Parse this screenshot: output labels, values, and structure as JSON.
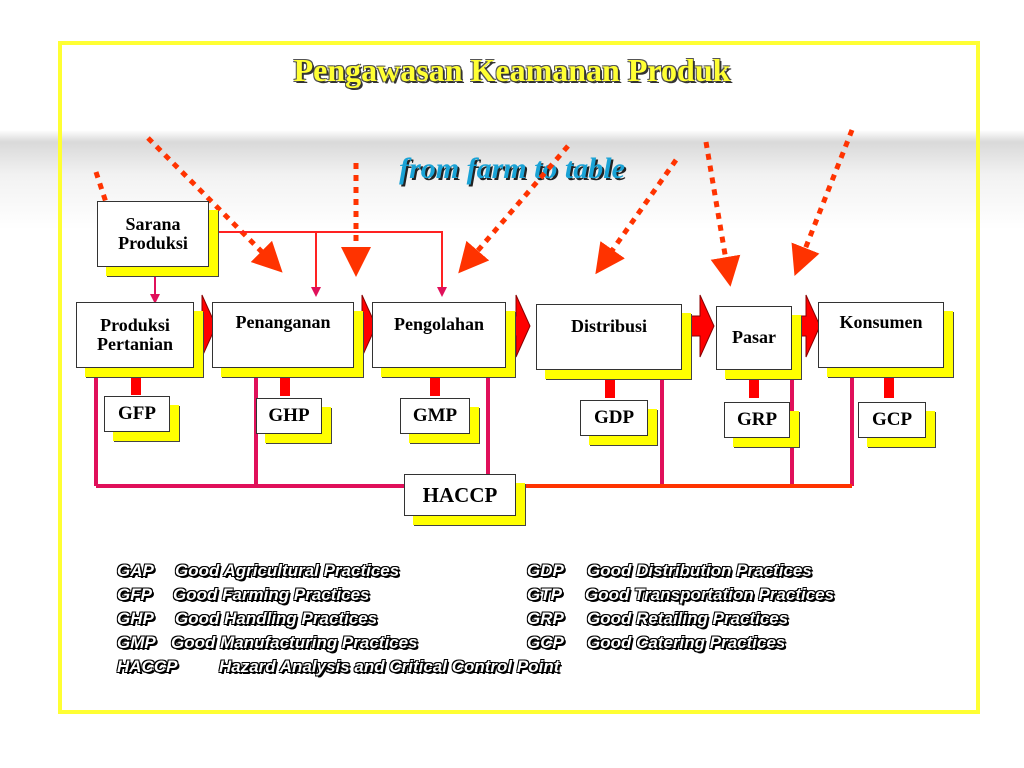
{
  "title": "Pengawasan Keamanan Produk",
  "subtitle": "from farm to table",
  "stages": {
    "sarana_produksi": "Sarana Produksi",
    "produksi_pertanian": "Produksi Pertanian",
    "penanganan": "Penanganan",
    "pengolahan": "Pengolahan",
    "distribusi": "Distribusi",
    "pasar": "Pasar",
    "konsumen": "Konsumen"
  },
  "standards": {
    "gfp": "GFP",
    "ghp": "GHP",
    "gmp": "GMP",
    "gdp": "GDP",
    "grp": "GRP",
    "gcp": "GCP",
    "haccp": "HACCP"
  },
  "legend": [
    {
      "abbr": "GAP",
      "text": "Good Agricultural Practices"
    },
    {
      "abbr": "GFP",
      "text": "Good Farming Practices"
    },
    {
      "abbr": "GHP",
      "text": "Good Handling Practices"
    },
    {
      "abbr": "GMP",
      "text": "Good Manufacturing Practices"
    },
    {
      "abbr": "HACCP",
      "text": "Hazard Analysis and Critical Control Point"
    },
    {
      "abbr": "GDP",
      "text": "Good Distribution Practices"
    },
    {
      "abbr": "GTP",
      "text": "Good Transportation Practices"
    },
    {
      "abbr": "GRP",
      "text": "Good Retailing Practices"
    },
    {
      "abbr": "GCP",
      "text": "Good Catering Practices"
    }
  ],
  "colors": {
    "frame": "#ffff33",
    "title": "#ffff33",
    "subtitle": "#1aa3d6",
    "flow_arrow": "#ff0000",
    "control_line": "#e0105a",
    "dotted_arrow": "#ff3300",
    "box_shadow": "#ffff00"
  }
}
